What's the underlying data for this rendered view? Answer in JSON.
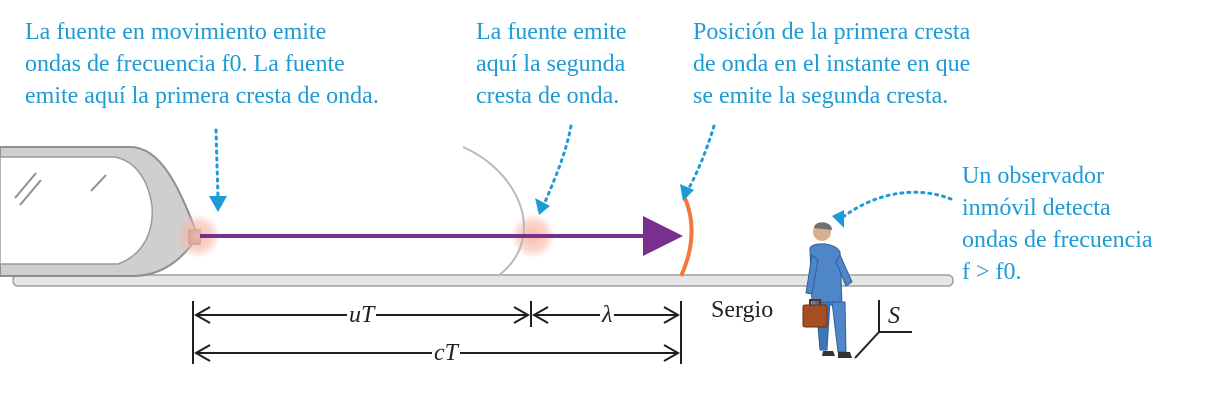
{
  "annotations": {
    "source_first_crest": "La fuente en movimiento emite\nondas de frecuencia f0. La fuente\nemite aquí la primera cresta de onda.",
    "source_second_crest": "La fuente emite\naquí la segunda\ncresta de onda.",
    "first_crest_position": "Posición de la primera cresta\nde onda en el instante en que\nse emite la segunda cresta.",
    "observer": "Un observador\ninmóvil detecta\nondas de frecuencia\nf > f0."
  },
  "dimensions": {
    "uT": "uT",
    "lambda": "λ",
    "cT": "cT"
  },
  "observer_name": "Sergio",
  "frame_label": "S",
  "colors": {
    "annotation_blue": "#1e9ad6",
    "arrow_purple": "#7a2f8f",
    "crest_orange": "#ef7a3f",
    "glow_orange": "#f18a6d",
    "observer_blue": "#4e86c8"
  }
}
